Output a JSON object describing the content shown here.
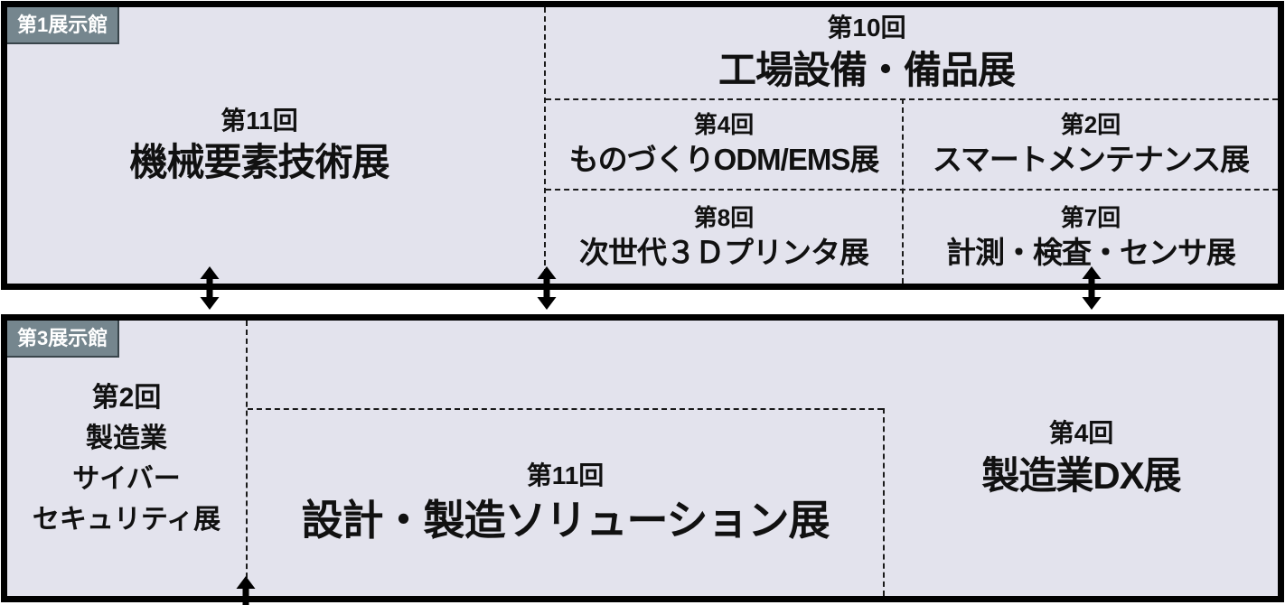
{
  "halls": [
    {
      "label": "第1展示館",
      "sections": [
        {
          "id": "mechanical-components",
          "edition": "第11回",
          "name": "機械要素技術展"
        },
        {
          "id": "factory-facilities",
          "edition": "第10回",
          "name": "工場設備・備品展"
        },
        {
          "id": "odm-ems",
          "edition": "第4回",
          "name": "ものづくりODM/EMS展"
        },
        {
          "id": "smart-maintenance",
          "edition": "第2回",
          "name": "スマートメンテナンス展"
        },
        {
          "id": "3d-printer",
          "edition": "第8回",
          "name": "次世代３Ｄプリンタ展"
        },
        {
          "id": "measurement-sensor",
          "edition": "第7回",
          "name": "計測・検査・センサ展"
        }
      ]
    },
    {
      "label": "第3展示館",
      "sections": [
        {
          "id": "cybersecurity",
          "edition": "第2回",
          "name_lines": [
            "製造業",
            "サイバー",
            "セキュリティ展"
          ]
        },
        {
          "id": "design-solution",
          "edition": "第11回",
          "name": "設計・製造ソリューション展"
        },
        {
          "id": "manufacturing-dx",
          "edition": "第4回",
          "name": "製造業DX展"
        }
      ]
    }
  ],
  "colors": {
    "hall_background": "#e3e3ed",
    "hall_border": "#000000",
    "hall_label_background": "#75868e",
    "hall_label_text": "#ffffff",
    "divider_dashed": "#1a1a1a",
    "arrow": "#000000",
    "gap_background": "#ffffff",
    "text": "#111111"
  },
  "icons": {
    "connector_arrows": "double-headed-vertical-arrow",
    "bottom_arrow": "up-arrow"
  }
}
